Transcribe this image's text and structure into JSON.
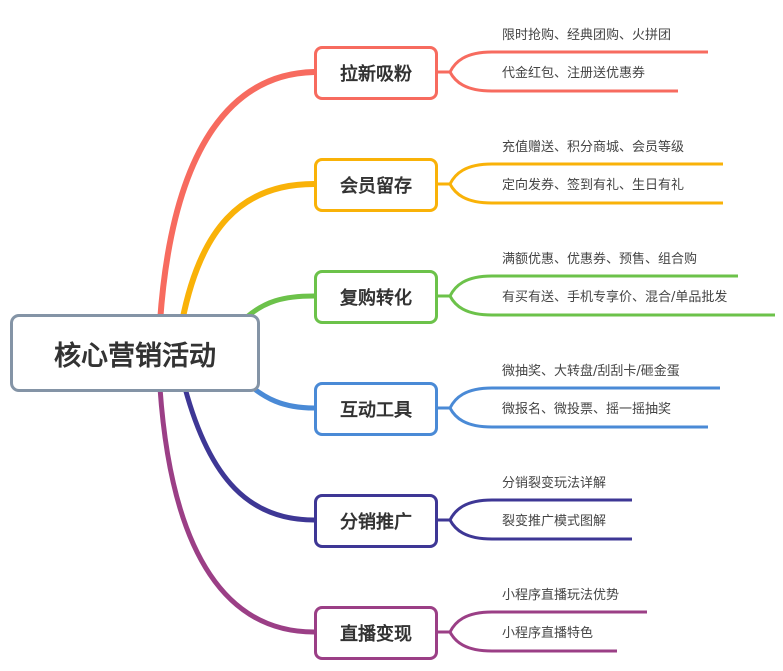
{
  "root": {
    "label": "核心营销活动",
    "color": "#8494a6"
  },
  "branches": [
    {
      "label": "拉新吸粉",
      "color": "#f76b5f",
      "leaves": [
        "限时抢购、经典团购、火拼团",
        "代金红包、注册送优惠券"
      ]
    },
    {
      "label": "会员留存",
      "color": "#f9b208",
      "leaves": [
        "充值赠送、积分商城、会员等级",
        "定向发券、签到有礼、生日有礼"
      ]
    },
    {
      "label": "复购转化",
      "color": "#6cc24a",
      "leaves": [
        "满额优惠、优惠券、预售、组合购",
        "有买有送、手机专享价、混合/单品批发"
      ]
    },
    {
      "label": "互动工具",
      "color": "#4a8ad6",
      "leaves": [
        "微抽奖、大转盘/刮刮卡/砸金蛋",
        "微报名、微投票、摇一摇抽奖"
      ]
    },
    {
      "label": "分销推广",
      "color": "#3e3795",
      "leaves": [
        "分销裂变玩法详解",
        "裂变推广模式图解"
      ]
    },
    {
      "label": "直播变现",
      "color": "#9b3f86",
      "leaves": [
        "小程序直播玩法优势",
        "小程序直播特色"
      ]
    }
  ]
}
